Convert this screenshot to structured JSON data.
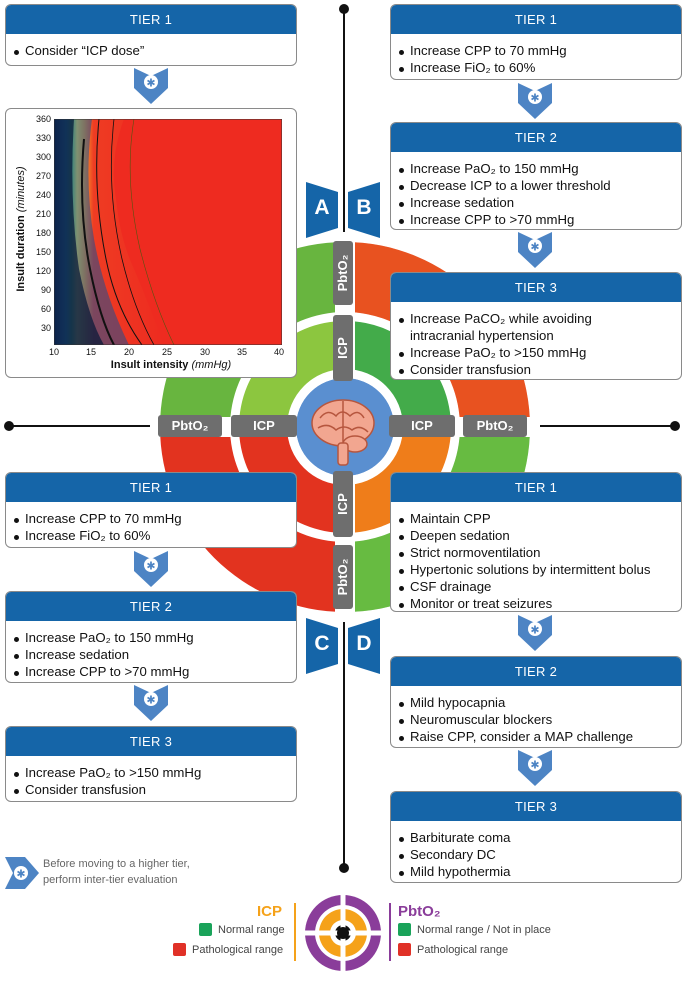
{
  "colors": {
    "tier_header": "#1565a8",
    "icp": "#f5a21a",
    "pbto2": "#8a3d9a",
    "normal": "#1aa35a",
    "pathological": "#e03127"
  },
  "panel_tl": {
    "tier1": {
      "header": "TIER 1",
      "items": [
        "Consider “ICP dose”"
      ]
    }
  },
  "heatmap": {
    "ylabel_main": "Insult duration",
    "ylabel_unit": "(minutes)",
    "xlabel_main": "Insult intensity",
    "xlabel_unit": "(mmHg)",
    "yticks": [
      "360",
      "330",
      "300",
      "270",
      "240",
      "210",
      "180",
      "150",
      "120",
      "90",
      "60",
      "30"
    ],
    "xticks": [
      "10",
      "15",
      "20",
      "25",
      "30",
      "35",
      "40"
    ]
  },
  "panel_tr": {
    "tier1": {
      "header": "TIER 1",
      "items": [
        "Increase CPP to 70 mmHg",
        "Increase FiO₂ to 60%"
      ]
    },
    "tier2": {
      "header": "TIER 2",
      "items": [
        "Increase PaO₂ to 150 mmHg",
        "Decrease ICP to a lower threshold",
        "Increase sedation",
        "Increase CPP to >70 mmHg"
      ]
    },
    "tier3": {
      "header": "TIER 3",
      "items": [
        "Increase PaCO₂ while avoiding",
        "Increase PaO₂ to >150 mmHg",
        "Consider transfusion"
      ],
      "item0_cont": "intracranial hypertension"
    }
  },
  "panel_bl": {
    "tier1": {
      "header": "TIER 1",
      "items": [
        "Increase CPP to 70 mmHg",
        "Increase FiO₂ to 60%"
      ]
    },
    "tier2": {
      "header": "TIER 2",
      "items": [
        "Increase PaO₂ to 150 mmHg",
        "Increase sedation",
        "Increase CPP to >70 mmHg"
      ]
    },
    "tier3": {
      "header": "TIER 3",
      "items": [
        "Increase PaO₂ to >150 mmHg",
        "Consider transfusion"
      ]
    }
  },
  "panel_br": {
    "tier1": {
      "header": "TIER 1",
      "items": [
        "Maintain CPP",
        "Deepen sedation",
        "Strict normoventilation",
        "Hypertonic solutions by intermittent bolus",
        "CSF drainage",
        "Monitor or treat seizures"
      ]
    },
    "tier2": {
      "header": "TIER 2",
      "items": [
        "Mild hypocapnia",
        "Neuromuscular blockers",
        "Raise CPP, consider a MAP challenge"
      ]
    },
    "tier3": {
      "header": "TIER 3",
      "items": [
        "Barbiturate coma",
        "Secondary DC",
        "Mild hypothermia"
      ]
    }
  },
  "quadrant_labels": {
    "a": "A",
    "b": "B",
    "c": "C",
    "d": "D"
  },
  "ring_labels": {
    "pbto2": "PbtO₂",
    "icp": "ICP"
  },
  "evaluation_note": {
    "line1": "Before moving to a higher tier,",
    "line2": "perform inter-tier evaluation"
  },
  "legend": {
    "icp_title": "ICP",
    "icp_normal": "Normal range",
    "icp_path": "Pathological range",
    "pbto2_title": "PbtO₂",
    "pbto2_normal": "Normal range / Not in place",
    "pbto2_path": "Pathological range"
  }
}
